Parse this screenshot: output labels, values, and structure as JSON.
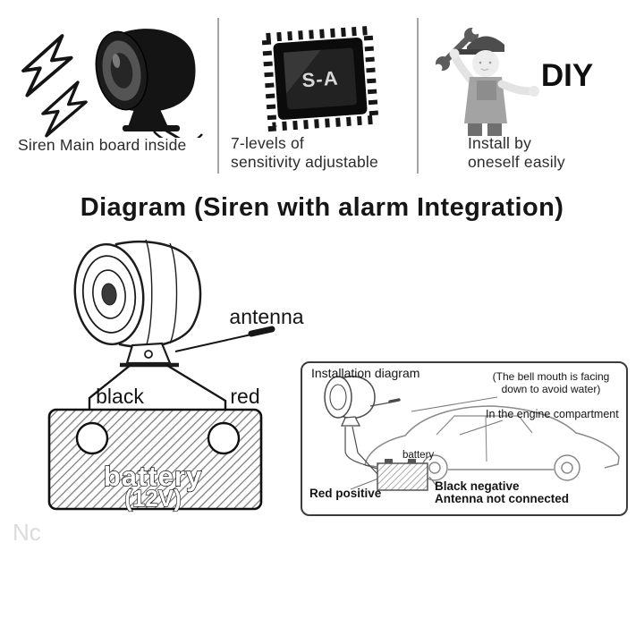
{
  "colors": {
    "ink": "#161616",
    "divider": "#a5a5a5",
    "caption_text": "#2b2b2b",
    "watermark": "#c9c9c9"
  },
  "features": {
    "panel_siren": {
      "caption": "Siren Main board inside"
    },
    "panel_sensitivity": {
      "chip_label": "S-A",
      "caption_line1": "7-levels of",
      "caption_line2": "sensitivity adjustable"
    },
    "panel_diy": {
      "diy_label": "DIY",
      "caption_line1": "Install by",
      "caption_line2": "oneself easily"
    }
  },
  "title": "Diagram (Siren with alarm Integration)",
  "main_diagram": {
    "antenna_label": "antenna",
    "black_wire_label": "black",
    "red_wire_label": "red",
    "battery_label": "battery",
    "battery_voltage_label": "(12V)"
  },
  "inset_diagram": {
    "title": "Installation diagram",
    "bell_note_line1": "(The bell mouth is facing",
    "bell_note_line2": "down to avoid water)",
    "engine_note": "In the engine compartment",
    "battery_label": "battery",
    "red_positive_label": "Red positive",
    "black_negative_label": "Black negative",
    "antenna_note_label": "Antenna not connected"
  },
  "watermark": "Nc"
}
